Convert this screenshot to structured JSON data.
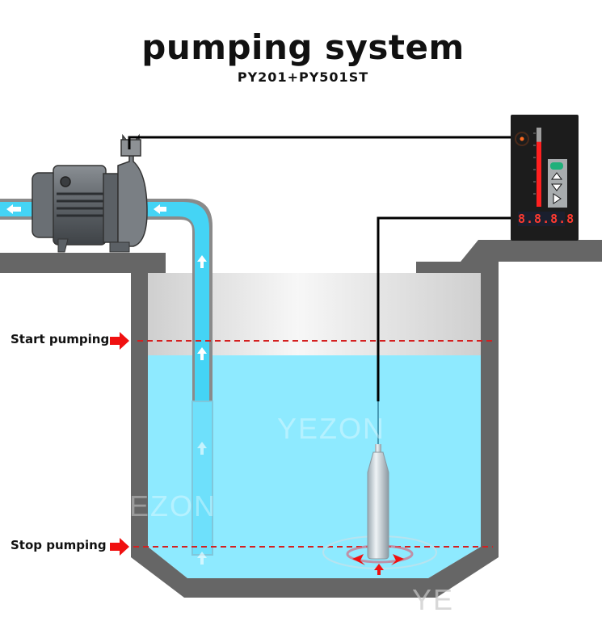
{
  "header": {
    "title": "pumping system",
    "subtitle": "PY201+PY501ST"
  },
  "levels": {
    "start_label": "Start pumping",
    "stop_label": "Stop pumping"
  },
  "controller": {
    "display_value": "8.8.8.8",
    "bargraph_fill_fraction": 0.82,
    "buttons": [
      "set-button",
      "up-button",
      "down-button",
      "right-button"
    ]
  },
  "watermarks": [
    "YEZON",
    "EZON",
    "YE"
  ],
  "colors": {
    "water": "#8eeaff",
    "pipe_water": "#44d4f5",
    "wall": "#666666",
    "level_line": "#e02020",
    "arrow": "#f01010",
    "controller_body": "#1c1c1c"
  }
}
